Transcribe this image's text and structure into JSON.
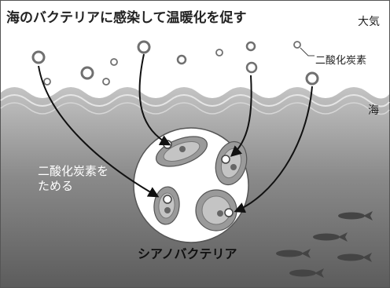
{
  "title": "海のバクテリアに感染して温暖化を促す",
  "labels": {
    "atmosphere": "大気",
    "co2": "二酸化炭素",
    "sea": "海",
    "store_line1": "二酸化炭素を",
    "store_line2": "ためる",
    "cyanobacteria": "シアノバクテリア"
  },
  "colors": {
    "sea_top": "#bdbdbd",
    "sea_deep": "#6e6e6e",
    "bubble_stroke": "#777777",
    "cell_fill": "#8e8e8e",
    "fish": "#4a4a4a"
  }
}
